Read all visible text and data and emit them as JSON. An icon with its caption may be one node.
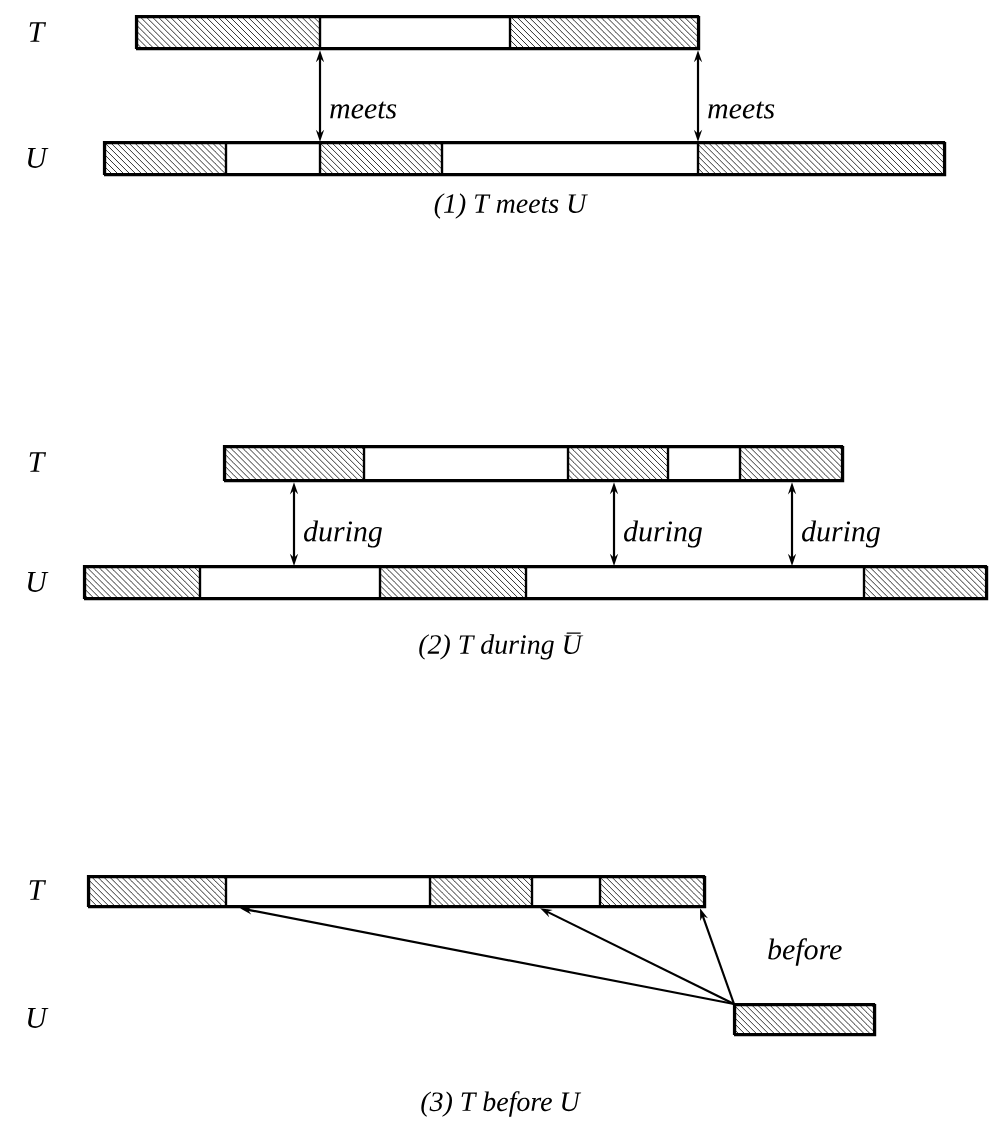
{
  "diagram": {
    "nodes": [
      {
        "text": [],
        "shape": "bar"
      },
      {
        "text": [],
        "shape": "bar"
      },
      {
        "text": [],
        "shape": "bar"
      },
      {
        "text": [],
        "shape": "bar"
      },
      {
        "text": [],
        "shape": "bar"
      },
      {
        "text": [],
        "shape": "bar"
      }
    ],
    "edges": [
      {
        "from": 0,
        "to": 1,
        "arrow": "both",
        "label": "meets"
      },
      {
        "from": 0,
        "to": 1,
        "arrow": "both",
        "label": "meets"
      },
      {
        "from": 2,
        "to": 3,
        "arrow": "both",
        "label": "during"
      },
      {
        "from": 2,
        "to": 3,
        "arrow": "both",
        "label": "during"
      },
      {
        "from": 2,
        "to": 3,
        "arrow": "both",
        "label": "during"
      },
      {
        "from": 5,
        "to": 4,
        "arrow": "to"
      },
      {
        "from": 5,
        "to": 4,
        "arrow": "to"
      },
      {
        "from": 5,
        "to": 4,
        "arrow": "to",
        "label": "before"
      }
    ],
    "labels": [
      "T",
      "U",
      "(1) T meets U",
      "T",
      "U",
      "(2) T during U̅",
      "T",
      "U",
      "(3) T before U"
    ]
  }
}
